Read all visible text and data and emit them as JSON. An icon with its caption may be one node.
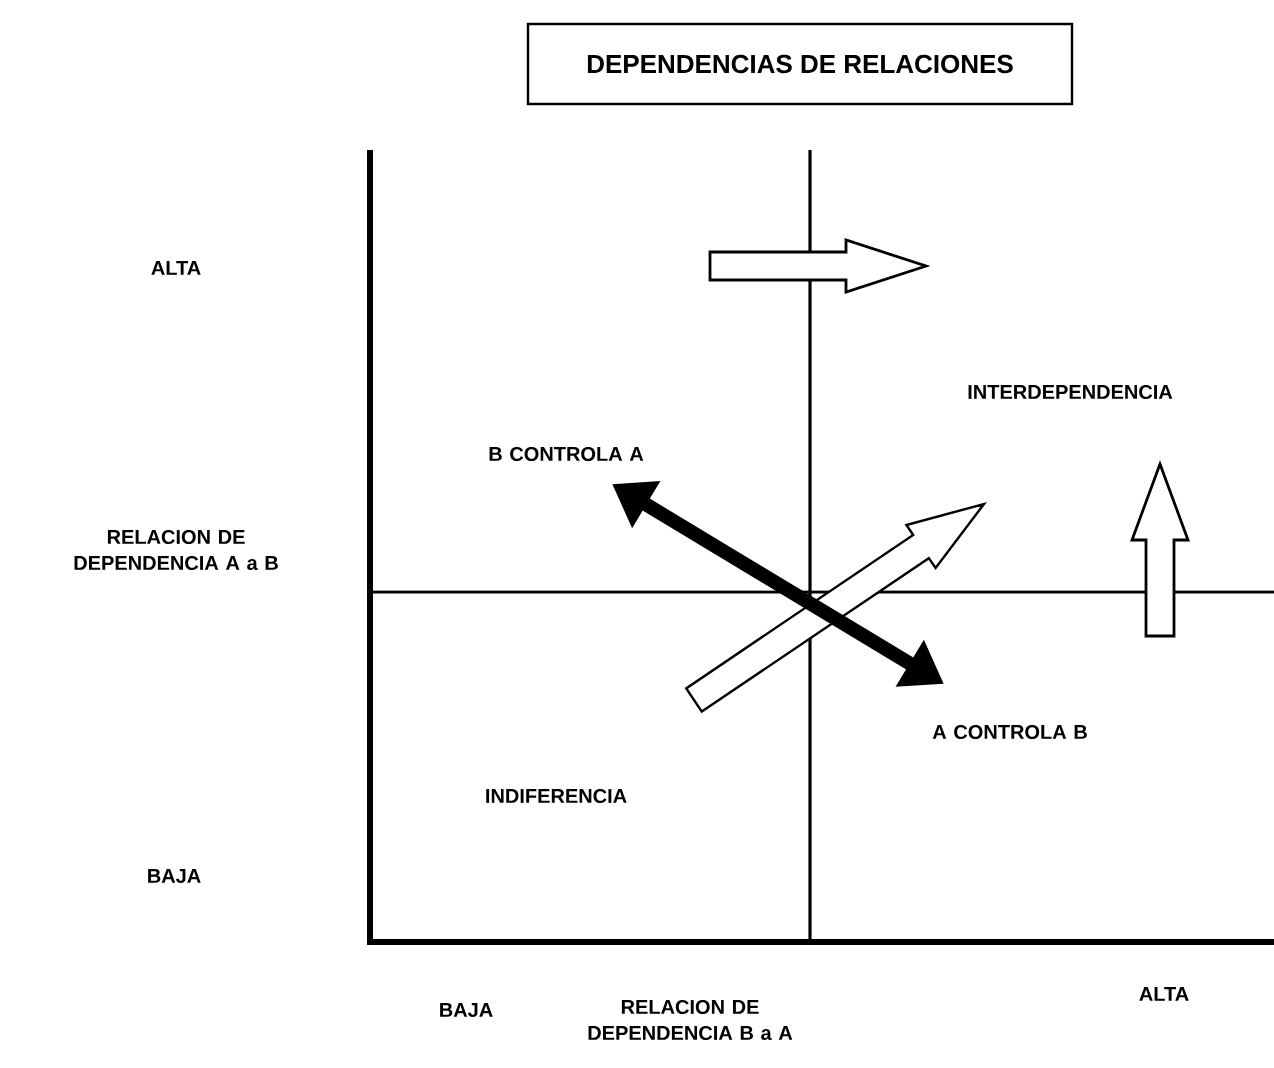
{
  "diagram": {
    "title": "DEPENDENCIAS DE RELACIONES",
    "labels": [
      "ALTA",
      "INTERDEPENDENCIA",
      "B CONTROLA A",
      "RELACION DE DEPENDENCIA A a B",
      "A CONTROLA B",
      "INDIFERENCIA",
      "BAJA",
      "BAJA",
      "RELACION DE DEPENDENCIA B a A",
      "ALTA"
    ]
  }
}
